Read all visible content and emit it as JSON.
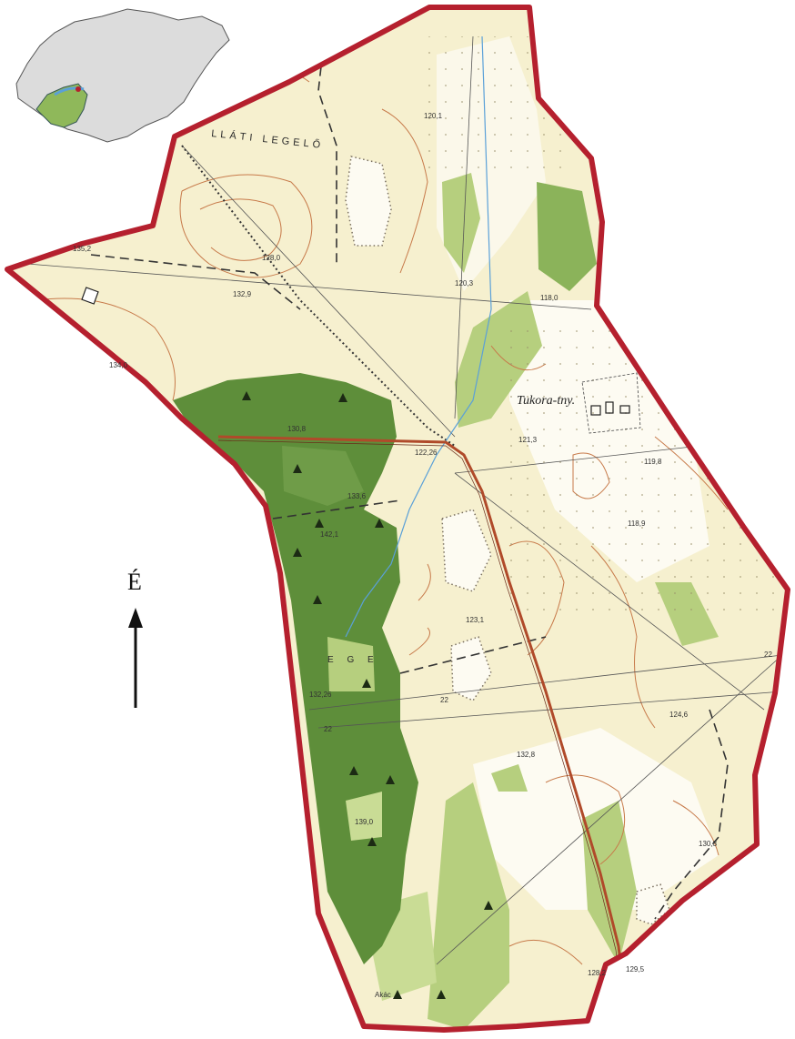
{
  "map": {
    "north_label": "É",
    "place_label": "Tukora-tny.",
    "area_label_top": "LLÁTI LEGELŐ",
    "area_label_mid": "E G E",
    "spot_labels": [
      "120,1",
      "128,0",
      "132,9",
      "134,0",
      "120,3",
      "118,0",
      "121,3",
      "119,8",
      "118,9",
      "130,8",
      "122,26",
      "133,6",
      "142,1",
      "123,1",
      "132,26",
      "132,8",
      "124,6",
      "130,3",
      "128,2",
      "129,5",
      "139,0",
      "135,2",
      "Akác"
    ],
    "road_numbers": [
      "22",
      "22",
      "22"
    ],
    "colors": {
      "boundary": "#b5202e",
      "meadow": "#f6f0cf",
      "forest_dark": "#5e8e3a",
      "forest_light": "#b6cf7e",
      "contour": "#c77a4a",
      "road": "#b04a2a",
      "inset_country": "#dcdcdc",
      "inset_region": "#8fb85a"
    },
    "icons": [
      "north-arrow-icon",
      "tree-icon",
      "village-marker-icon"
    ]
  }
}
